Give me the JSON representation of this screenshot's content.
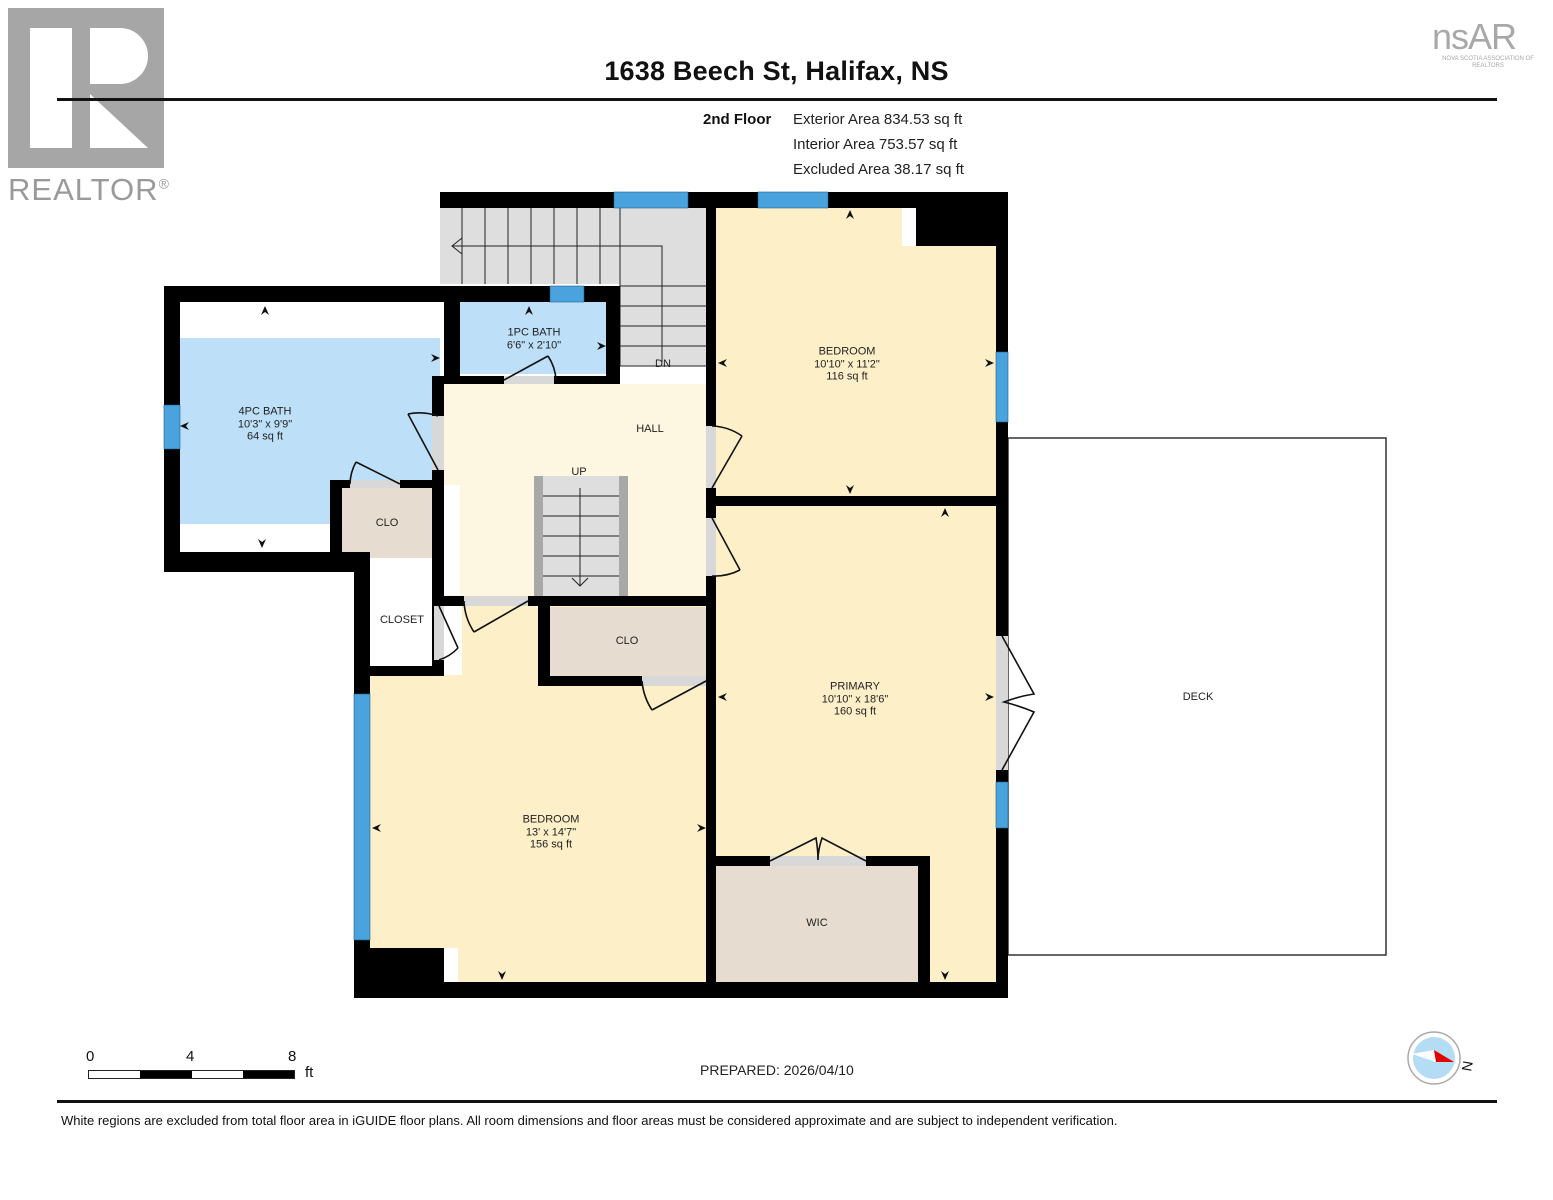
{
  "header": {
    "title": "1638 Beech St, Halifax, NS",
    "realtor_logo_text": "REALTOR",
    "realtor_logo_mark": "®",
    "nsar_logo_text": "nsAR",
    "nsar_logo_subtext": "NOVA SCOTIA ASSOCIATION OF REALTORS"
  },
  "floor_info": {
    "floor": "2nd Floor",
    "exterior_area": "Exterior Area 834.53 sq ft",
    "interior_area": "Interior Area 753.57 sq ft",
    "excluded_area": "Excluded Area 38.17 sq ft"
  },
  "rooms": [
    {
      "name": "4PC BATH",
      "dims": "10'3\" x 9'9\"",
      "area": "64 sq ft",
      "color": "#bde0f8"
    },
    {
      "name": "1PC BATH",
      "dims": "6'6\" x 2'10\"",
      "area": "",
      "color": "#bde0f8"
    },
    {
      "name": "BEDROOM",
      "dims": "10'10\" x 11'2\"",
      "area": "116 sq ft",
      "color": "#fdf0c8"
    },
    {
      "name": "HALL",
      "dims": "",
      "area": "",
      "color": "#fdf6e0"
    },
    {
      "name": "CLO",
      "dims": "",
      "area": "",
      "color": "#e6ddd0"
    },
    {
      "name": "CLOSET",
      "dims": "",
      "area": "",
      "color": "#ffffff"
    },
    {
      "name": "CLO",
      "dims": "",
      "area": "",
      "color": "#e6ddd0"
    },
    {
      "name": "PRIMARY",
      "dims": "10'10\" x 18'6\"",
      "area": "160 sq ft",
      "color": "#fdf0c8"
    },
    {
      "name": "BEDROOM",
      "dims": "13' x 14'7\"",
      "area": "156 sq ft",
      "color": "#fdf0c8"
    },
    {
      "name": "WIC",
      "dims": "",
      "area": "",
      "color": "#e6ddd0"
    },
    {
      "name": "DECK",
      "dims": "",
      "area": "",
      "color": "#ffffff"
    }
  ],
  "stairs": {
    "down_label": "DN",
    "up_label": "UP"
  },
  "scale": {
    "ticks": [
      "0",
      "4",
      "8"
    ],
    "unit": "ft"
  },
  "compass": {
    "label": "N",
    "icon": "compass-icon"
  },
  "prepared": "PREPARED: 2026/04/10",
  "disclaimer": "White regions are excluded from total floor area in iGUIDE floor plans. All room dimensions and floor areas must be considered approximate and are subject to independent verification.",
  "colors": {
    "wall": "#000000",
    "window": "#4aa3dc",
    "stairs": "#dedede",
    "door": "#d8d8d8"
  }
}
